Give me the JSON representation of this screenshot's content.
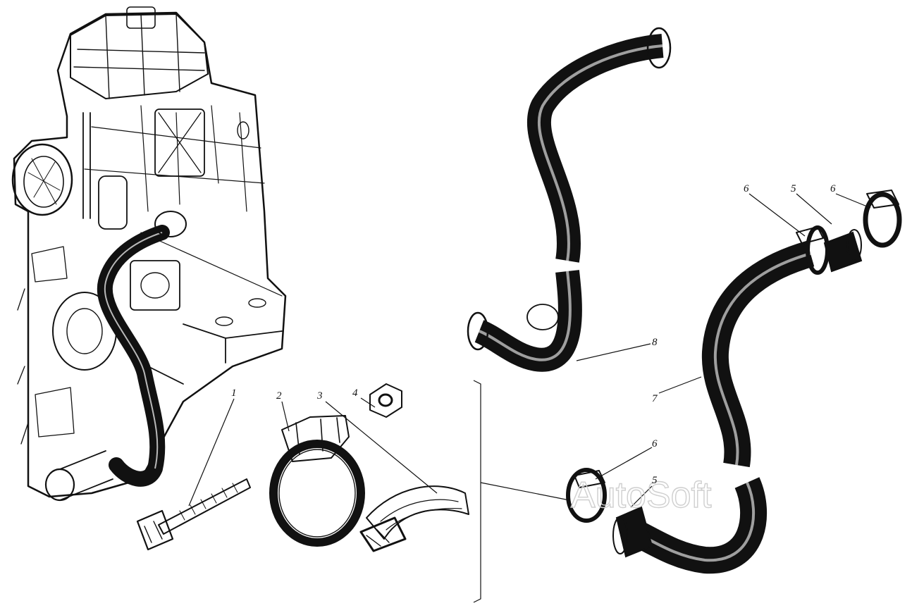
{
  "callouts": {
    "c1": "1",
    "c2": "2",
    "c3": "3",
    "c4": "4",
    "c5a": "5",
    "c5b": "5",
    "c6a": "6",
    "c6b": "6",
    "c6c": "6",
    "c7": "7",
    "c8": "8"
  },
  "watermark": "AutoSoft",
  "colors": {
    "ink": "#111111",
    "paper": "#ffffff",
    "watermark": "#cfcfcf"
  }
}
